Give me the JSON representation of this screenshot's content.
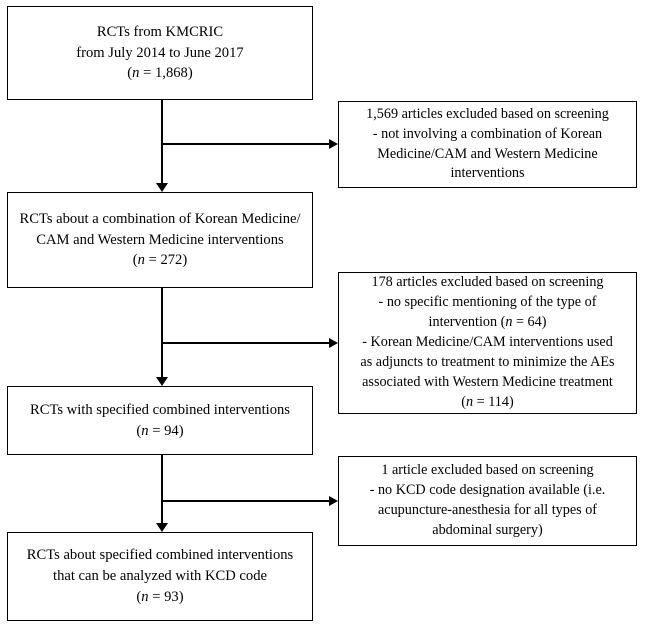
{
  "diagram": {
    "type": "prisma-flow-diagram",
    "colors": {
      "background": "#ffffff",
      "stroke": "#000000",
      "text": "#000000"
    },
    "main_nodes": [
      {
        "id": "records-identified",
        "lines": [
          "RCTs from KMCRIC",
          "from July 2014 to June 2017",
          "(n = 1,868)"
        ],
        "count_label": "n = 1,868",
        "count_value": 1868
      },
      {
        "id": "combination-rcts",
        "lines": [
          "RCTs about a combination of Korean Medicine/",
          "CAM and Western Medicine interventions",
          "(n = 272)"
        ],
        "count_label": "n = 272",
        "count_value": 272
      },
      {
        "id": "specified-combined-interventions",
        "lines": [
          "RCTs with specified combined interventions",
          "(n = 94)"
        ],
        "count_label": "n = 94",
        "count_value": 94
      },
      {
        "id": "analyzable-with-kcd-code",
        "lines": [
          "RCTs about specified combined interventions",
          "that can be analyzed with KCD code",
          "(n = 93)"
        ],
        "count_label": "n = 93",
        "count_value": 93
      }
    ],
    "exclusion_nodes": [
      {
        "id": "excluded-screening-1",
        "lines": [
          "1,569 articles excluded based on screening",
          "- not involving a combination of Korean",
          "Medicine/CAM and Western Medicine",
          "interventions"
        ],
        "excluded_count": 1569
      },
      {
        "id": "excluded-screening-2",
        "lines": [
          "178 articles excluded based on screening",
          "- no specific mentioning of the type of",
          "intervention (n = 64)",
          "- Korean Medicine/CAM interventions used",
          "as adjuncts to treatment to minimize the AEs",
          "associated with Western Medicine treatment",
          "(n = 114)"
        ],
        "excluded_count": 178,
        "sub_counts": [
          64,
          114
        ]
      },
      {
        "id": "excluded-screening-3",
        "lines": [
          "1 article excluded based on screening",
          "- no KCD code designation available (i.e.",
          "acupuncture-anesthesia for all types of",
          "abdominal surgery)"
        ],
        "excluded_count": 1
      }
    ]
  }
}
